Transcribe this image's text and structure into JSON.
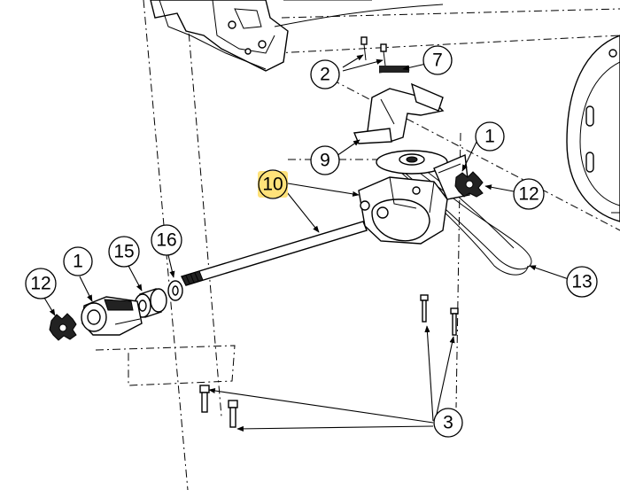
{
  "callouts": [
    {
      "id": "c1a",
      "label": "1"
    },
    {
      "id": "c1b",
      "label": "1"
    },
    {
      "id": "c2",
      "label": "2"
    },
    {
      "id": "c3",
      "label": "3"
    },
    {
      "id": "c7",
      "label": "7"
    },
    {
      "id": "c9",
      "label": "9"
    },
    {
      "id": "c10",
      "label": "10",
      "highlight": "#ffe27a"
    },
    {
      "id": "c12a",
      "label": "12"
    },
    {
      "id": "c12b",
      "label": "12"
    },
    {
      "id": "c13",
      "label": "13"
    },
    {
      "id": "c15",
      "label": "15"
    },
    {
      "id": "c16",
      "label": "16"
    }
  ]
}
